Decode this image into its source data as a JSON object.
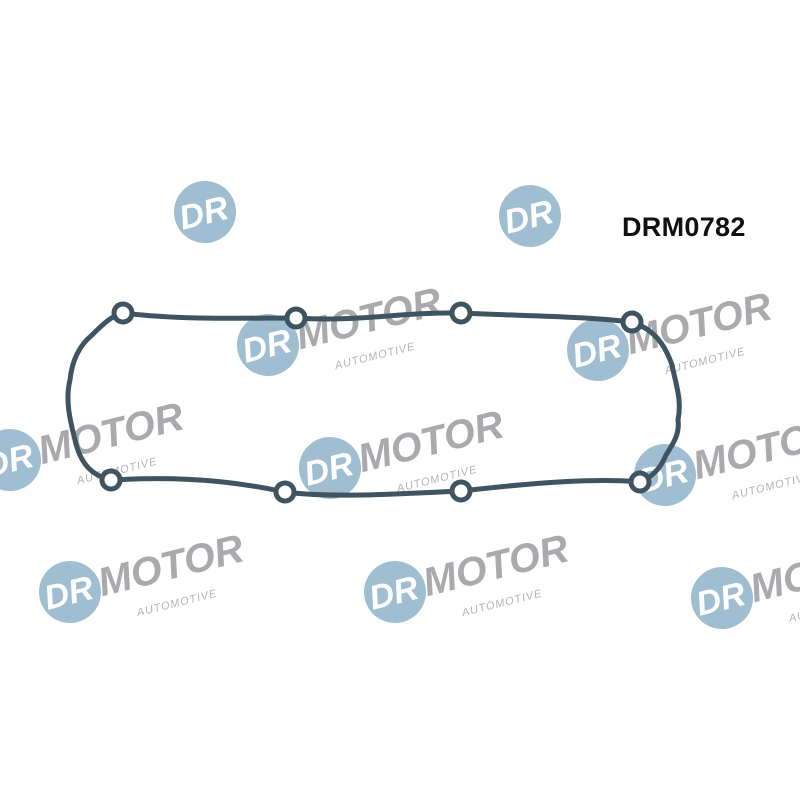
{
  "product": {
    "part_number": "DRM0782",
    "watermark": {
      "brand_prefix": "DR",
      "brand_name": "MOTOR",
      "tagline": "AUTOMOTIVE",
      "circle_color": "#8fb3c9",
      "text_color": "#a9aaad"
    },
    "gasket_color": "#3e5460"
  }
}
